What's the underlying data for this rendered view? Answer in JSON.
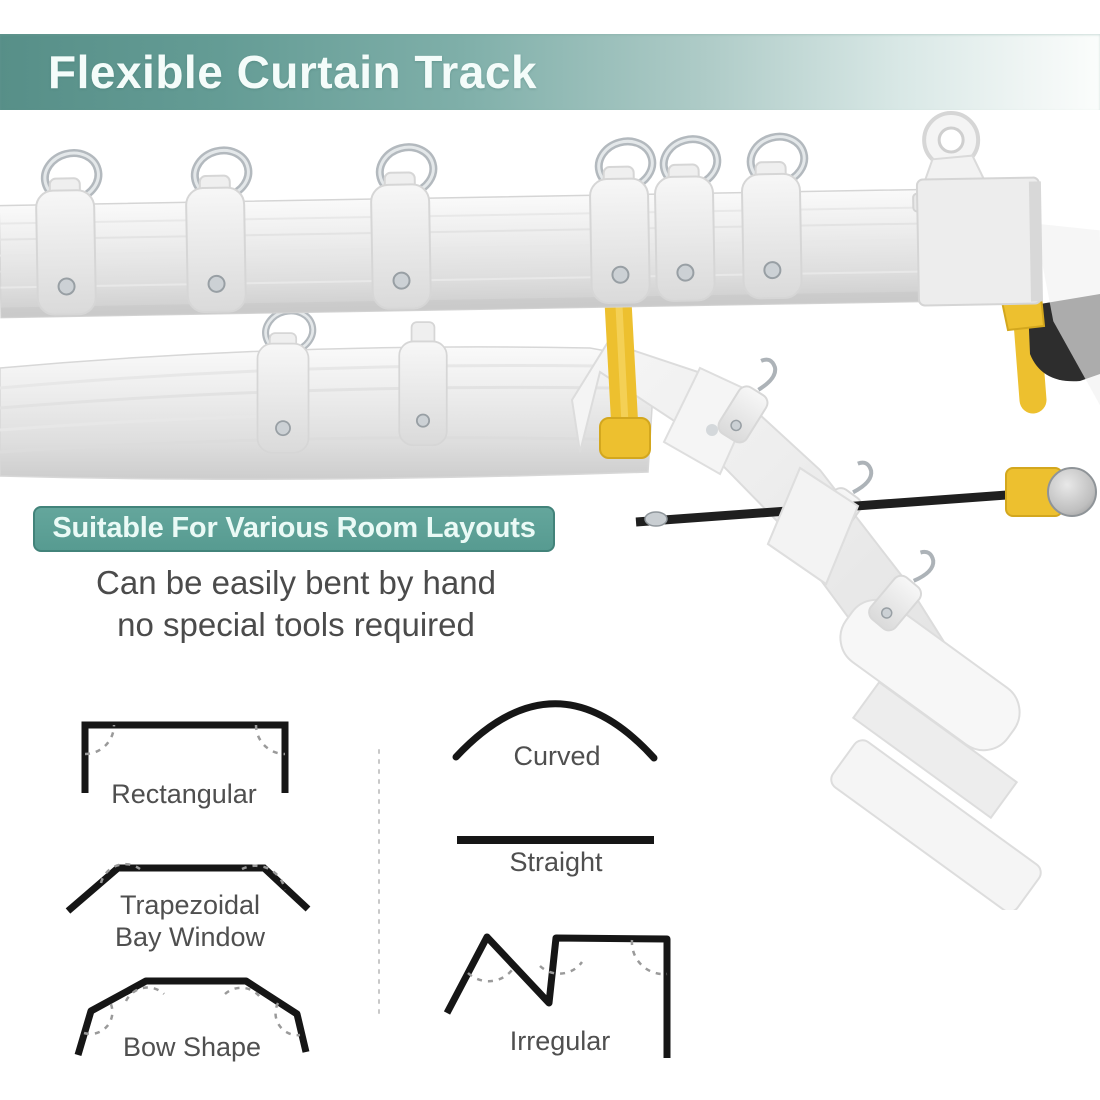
{
  "header": {
    "title": "Flexible Curtain Track"
  },
  "colors": {
    "accent_teal": "#5d9a93",
    "badge_teal": "#5ba096",
    "badge_border": "#42837a",
    "saw_yellow": "#edc02f",
    "saw_blade_black": "#1f1f1f",
    "track_white": "#ececec",
    "diagram_line": "#1a1a1a"
  },
  "features": {
    "badge_label": "Suitable For Various Room Layouts",
    "line1": "Can be easily bent by hand",
    "line2": "no special tools required"
  },
  "layouts": {
    "rectangular": {
      "label": "Rectangular"
    },
    "trapezoidal": {
      "label_line1": "Trapezoidal",
      "label_line2": "Bay Window"
    },
    "bow": {
      "label": "Bow Shape"
    },
    "curved": {
      "label": "Curved"
    },
    "straight": {
      "label": "Straight"
    },
    "irregular": {
      "label": "Irregular"
    }
  }
}
